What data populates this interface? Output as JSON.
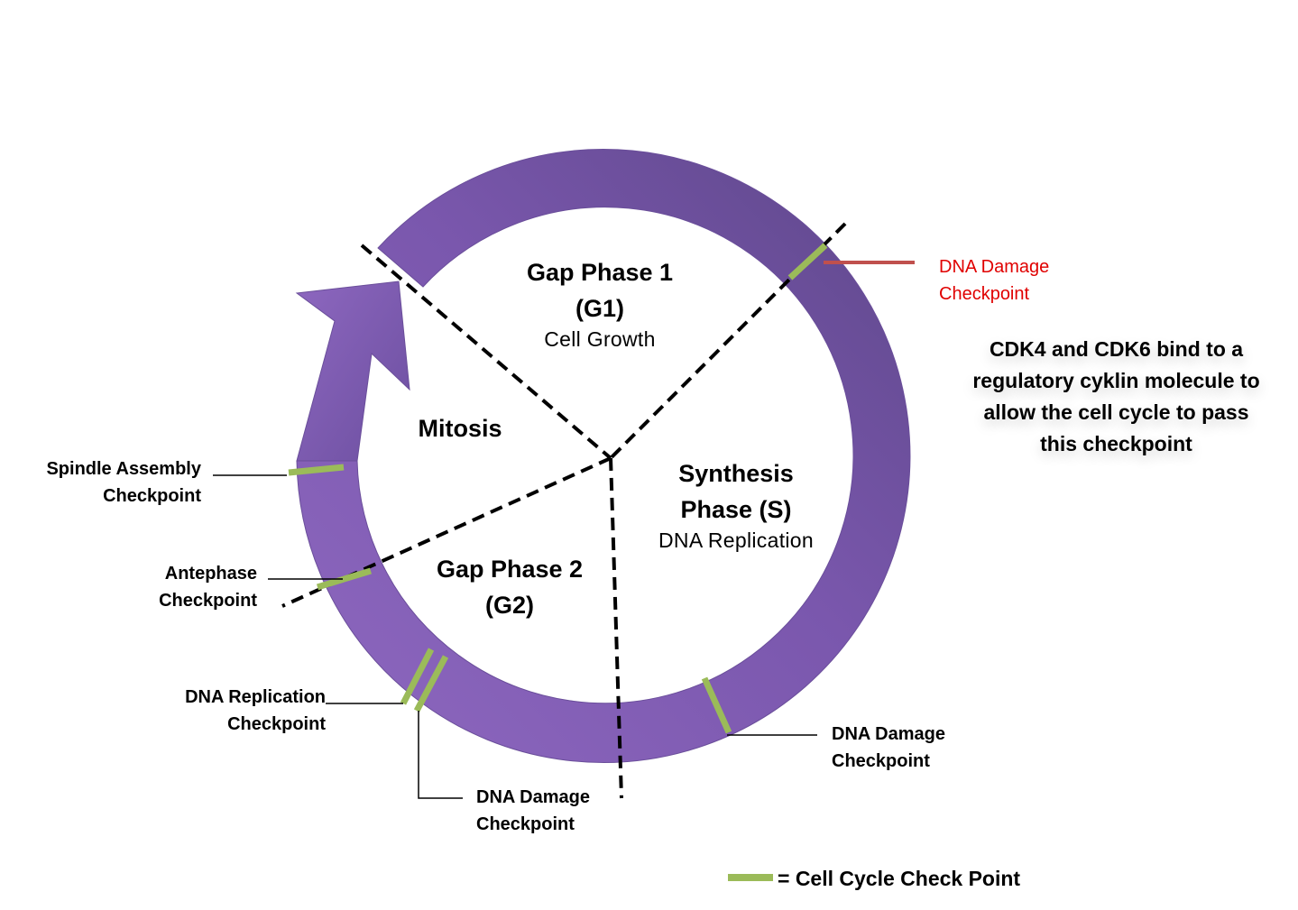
{
  "phases": {
    "g1": {
      "title_line1": "Gap Phase 1",
      "title_line2": "(G1)",
      "subtitle": "Cell Growth"
    },
    "s": {
      "title_line1": "Synthesis",
      "title_line2": "Phase (S)",
      "subtitle": "DNA Replication"
    },
    "g2": {
      "title_line1": "Gap Phase 2",
      "title_line2": "(G2)"
    },
    "m": {
      "title": "Mitosis"
    }
  },
  "checkpoints": {
    "g1_damage": {
      "line1": "DNA Damage",
      "line2": "Checkpoint",
      "color": "#e00000"
    },
    "spindle": {
      "line1": "Spindle Assembly",
      "line2": "Checkpoint"
    },
    "antephase": {
      "line1": "Antephase",
      "line2": "Checkpoint"
    },
    "replication": {
      "line1": "DNA Replication",
      "line2": "Checkpoint"
    },
    "g2_damage": {
      "line1": "DNA Damage",
      "line2": "Checkpoint"
    },
    "s_damage": {
      "line1": "DNA Damage",
      "line2": "Checkpoint"
    }
  },
  "callout": {
    "line1": "CDK4 and CDK6 bind to a",
    "line2": "regulatory cyklin molecule to",
    "line3": "allow the cell cycle to pass",
    "line4": "this checkpoint"
  },
  "legend": {
    "label": "= Cell Cycle Check Point"
  },
  "colors": {
    "ring": "#7f5bb0",
    "ring_dark": "#5f4a8c",
    "checkpoint_mark": "#9bbb59",
    "highlight_line": "#c0504d",
    "divider": "#000000"
  }
}
